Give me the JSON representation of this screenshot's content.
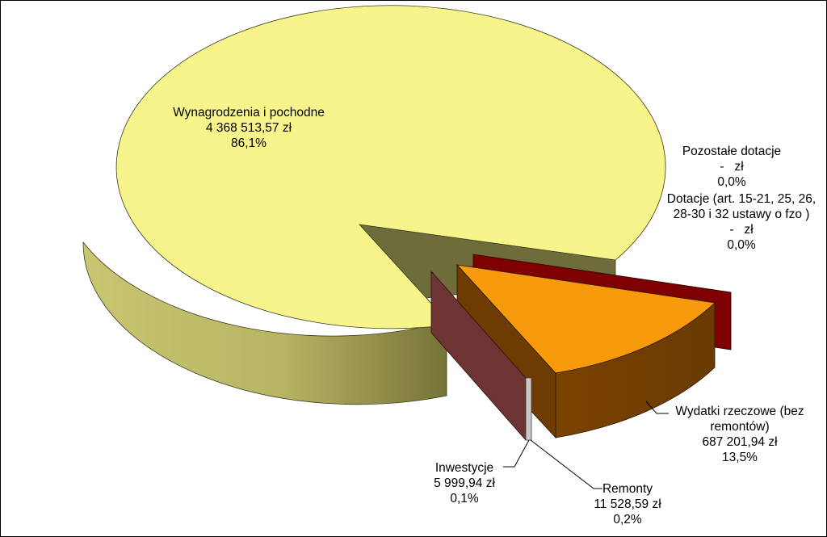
{
  "chart_data": {
    "type": "pie",
    "currency": "zł",
    "slices": [
      {
        "label": "Wynagrodzenia i pochodne",
        "value_text": "4 368 513,57",
        "value": 4368513.57,
        "percent": "86,1%",
        "color": "#f7f48c"
      },
      {
        "label": "Wydatki rzeczowe (bez remontów)",
        "value_text": "687 201,94",
        "value": 687201.94,
        "percent": "13,5%",
        "color": "#f79a0c"
      },
      {
        "label": "Remonty",
        "value_text": "11 528,59",
        "value": 11528.59,
        "percent": "0,2%",
        "color": "#bfbfbf"
      },
      {
        "label": "Inwestycje",
        "value_text": "5 999,94",
        "value": 5999.94,
        "percent": "0,1%",
        "color": "#7a3434"
      },
      {
        "label": "Pozostałe dotacje",
        "value_text": "-",
        "value": 0,
        "percent": "0,0%",
        "color": "#7f0000"
      },
      {
        "label": "Dotacje (art. 15-21, 25, 26, 28-30 i 32 ustawy o fzo )",
        "value_text": "-",
        "value": 0,
        "percent": "0,0%",
        "color": "#7f0000"
      }
    ]
  }
}
